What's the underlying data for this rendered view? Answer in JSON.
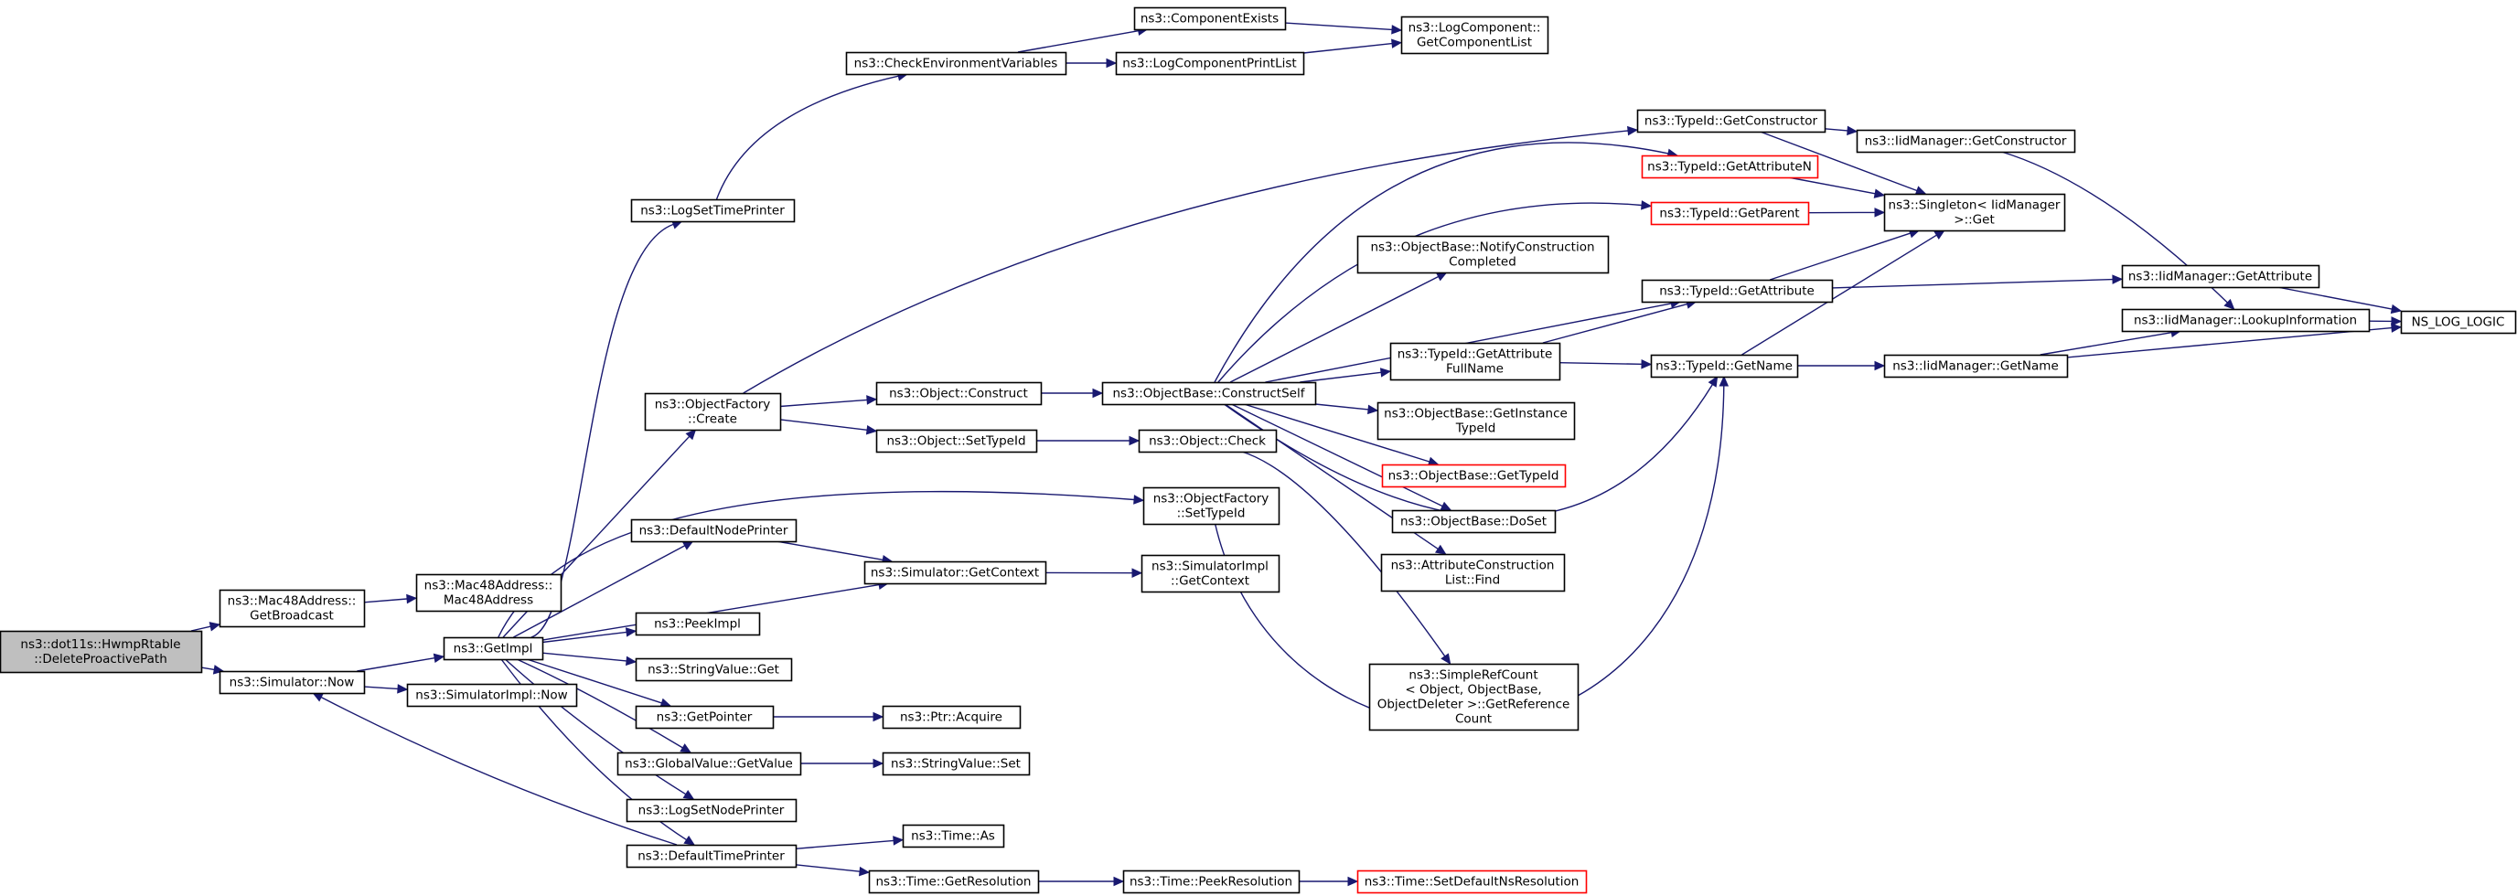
{
  "colors": {
    "edge": "#191970",
    "node_border": "#000000",
    "node_border_truncated": "#ff0000",
    "root_fill": "#bfbfbf",
    "node_fill": "#ffffff"
  },
  "nodes": [
    {
      "id": "root",
      "lines": [
        "ns3::dot11s::HwmpRtable",
        "::DeleteProactivePath"
      ],
      "root": true
    },
    {
      "id": "mac48broadcast",
      "lines": [
        "ns3::Mac48Address::",
        "GetBroadcast"
      ]
    },
    {
      "id": "mac48ctor",
      "lines": [
        "ns3::Mac48Address::",
        "Mac48Address"
      ]
    },
    {
      "id": "simnow",
      "lines": [
        "ns3::Simulator::Now"
      ]
    },
    {
      "id": "simimplnow",
      "lines": [
        "ns3::SimulatorImpl::Now"
      ]
    },
    {
      "id": "getimpl",
      "lines": [
        "ns3::GetImpl"
      ]
    },
    {
      "id": "logsettime",
      "lines": [
        "ns3::LogSetTimePrinter"
      ]
    },
    {
      "id": "checkenv",
      "lines": [
        "ns3::CheckEnvironmentVariables"
      ]
    },
    {
      "id": "compexists",
      "lines": [
        "ns3::ComponentExists"
      ]
    },
    {
      "id": "logcomplist",
      "lines": [
        "ns3::LogComponentPrintList"
      ]
    },
    {
      "id": "getcomplist",
      "lines": [
        "ns3::LogComponent::",
        "GetComponentList"
      ]
    },
    {
      "id": "objfcreate",
      "lines": [
        "ns3::ObjectFactory",
        "::Create"
      ]
    },
    {
      "id": "objconstruct",
      "lines": [
        "ns3::Object::Construct"
      ]
    },
    {
      "id": "objsettypeid",
      "lines": [
        "ns3::Object::SetTypeId"
      ]
    },
    {
      "id": "constructself",
      "lines": [
        "ns3::ObjectBase::ConstructSelf"
      ]
    },
    {
      "id": "objcheck",
      "lines": [
        "ns3::Object::Check"
      ]
    },
    {
      "id": "tgetctor",
      "lines": [
        "ns3::TypeId::GetConstructor"
      ]
    },
    {
      "id": "iidgetctor",
      "lines": [
        "ns3::IidManager::GetConstructor"
      ]
    },
    {
      "id": "tgetattrn",
      "lines": [
        "ns3::TypeId::GetAttributeN"
      ],
      "truncated": true
    },
    {
      "id": "singleton",
      "lines": [
        "ns3::Singleton< IidManager",
        " >::Get"
      ]
    },
    {
      "id": "tgetparent",
      "lines": [
        "ns3::TypeId::GetParent"
      ],
      "truncated": true
    },
    {
      "id": "notifycc",
      "lines": [
        "ns3::ObjectBase::NotifyConstruction",
        "Completed"
      ]
    },
    {
      "id": "tgetattr",
      "lines": [
        "ns3::TypeId::GetAttribute"
      ]
    },
    {
      "id": "iidgetattr",
      "lines": [
        "ns3::IidManager::GetAttribute"
      ]
    },
    {
      "id": "iidlookup",
      "lines": [
        "ns3::IidManager::LookupInformation"
      ]
    },
    {
      "id": "nslog",
      "lines": [
        "NS_LOG_LOGIC"
      ]
    },
    {
      "id": "tgetattrfull",
      "lines": [
        "ns3::TypeId::GetAttribute",
        "FullName"
      ]
    },
    {
      "id": "tgetname",
      "lines": [
        "ns3::TypeId::GetName"
      ]
    },
    {
      "id": "iidgetname",
      "lines": [
        "ns3::IidManager::GetName"
      ]
    },
    {
      "id": "getinsttid",
      "lines": [
        "ns3::ObjectBase::GetInstance",
        "TypeId"
      ]
    },
    {
      "id": "gettypeid",
      "lines": [
        "ns3::ObjectBase::GetTypeId"
      ],
      "truncated": true
    },
    {
      "id": "doset",
      "lines": [
        "ns3::ObjectBase::DoSet"
      ]
    },
    {
      "id": "attrconsfind",
      "lines": [
        "ns3::AttributeConstruction",
        "List::Find"
      ]
    },
    {
      "id": "refcount",
      "lines": [
        "ns3::SimpleRefCount",
        "< Object, ObjectBase,",
        " ObjectDeleter >::GetReference",
        "Count"
      ]
    },
    {
      "id": "objfsettypeid",
      "lines": [
        "ns3::ObjectFactory",
        "::SetTypeId"
      ]
    },
    {
      "id": "simimplctx",
      "lines": [
        "ns3::SimulatorImpl",
        "::GetContext"
      ]
    },
    {
      "id": "defnodeprinter",
      "lines": [
        "ns3::DefaultNodePrinter"
      ]
    },
    {
      "id": "simgetctx",
      "lines": [
        "ns3::Simulator::GetContext"
      ]
    },
    {
      "id": "peekimpl",
      "lines": [
        "ns3::PeekImpl"
      ]
    },
    {
      "id": "strvalget",
      "lines": [
        "ns3::StringValue::Get"
      ]
    },
    {
      "id": "getpointer",
      "lines": [
        "ns3::GetPointer"
      ]
    },
    {
      "id": "ptracquire",
      "lines": [
        "ns3::Ptr::Acquire"
      ]
    },
    {
      "id": "gvgetvalue",
      "lines": [
        "ns3::GlobalValue::GetValue"
      ]
    },
    {
      "id": "strvalset",
      "lines": [
        "ns3::StringValue::Set"
      ]
    },
    {
      "id": "logsetnode",
      "lines": [
        "ns3::LogSetNodePrinter"
      ]
    },
    {
      "id": "deftimeprinter",
      "lines": [
        "ns3::DefaultTimePrinter"
      ]
    },
    {
      "id": "timeas",
      "lines": [
        "ns3::Time::As"
      ]
    },
    {
      "id": "timegetres",
      "lines": [
        "ns3::Time::GetResolution"
      ]
    },
    {
      "id": "timepeekres",
      "lines": [
        "ns3::Time::PeekResolution"
      ]
    },
    {
      "id": "timesetdef",
      "lines": [
        "ns3::Time::SetDefaultNsResolution"
      ],
      "truncated": true
    }
  ]
}
